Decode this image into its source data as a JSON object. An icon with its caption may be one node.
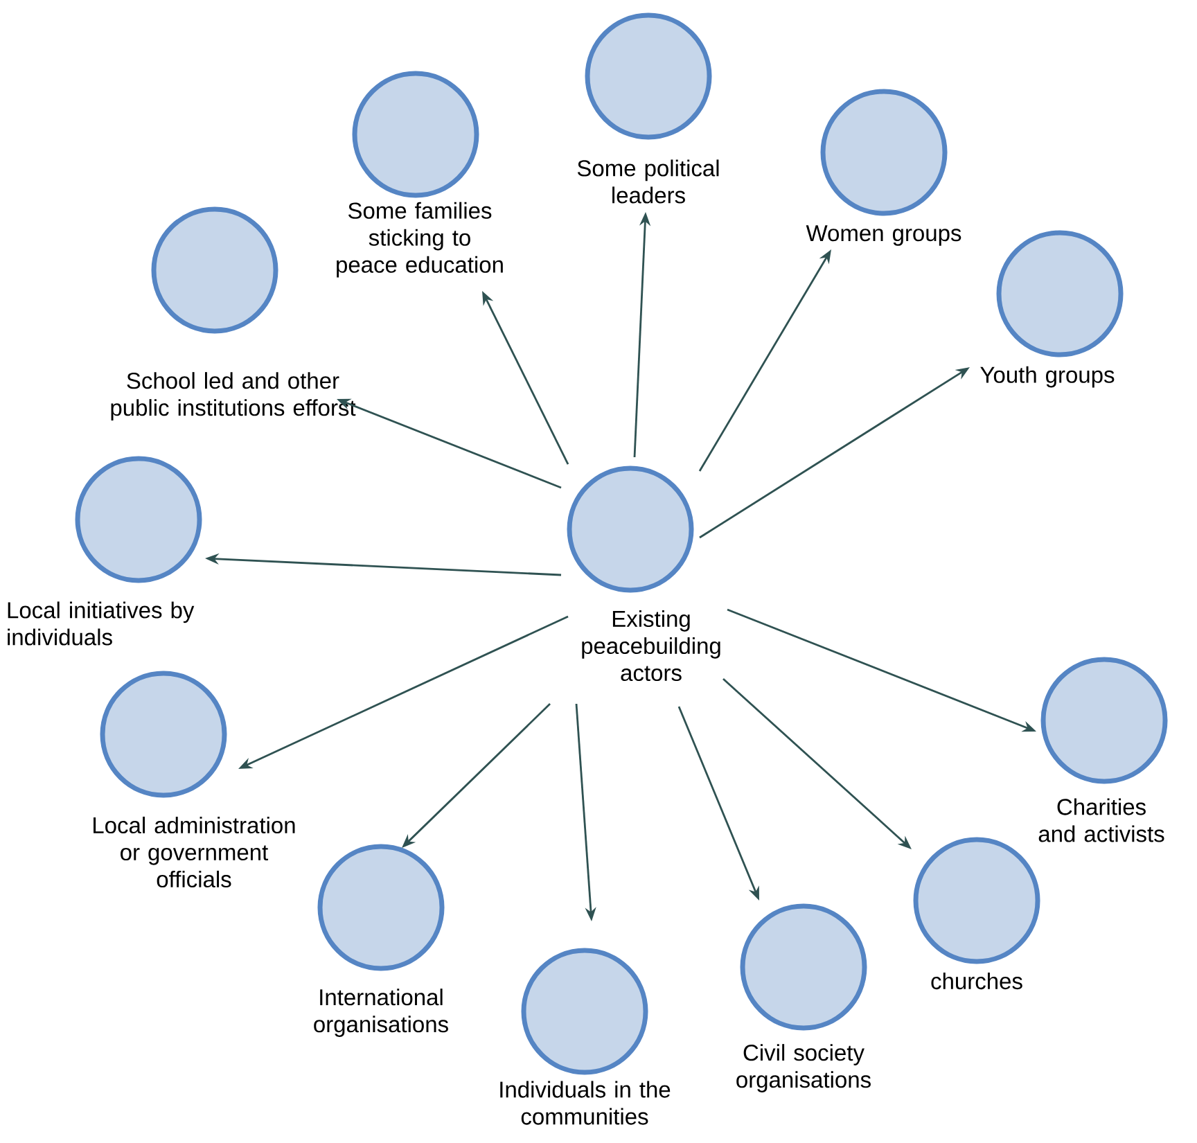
{
  "diagram": {
    "nodes": [
      {
        "text": [
          "Existing peacebuilding actors"
        ]
      },
      {
        "text": [
          "School led and other public institutions efforst"
        ]
      },
      {
        "text": [
          "Some families sticking to peace education"
        ]
      },
      {
        "text": [
          "Some political leaders"
        ]
      },
      {
        "text": [
          "Women groups"
        ]
      },
      {
        "text": [
          "Youth groups"
        ]
      },
      {
        "text": [
          "Local initiatives by individuals"
        ]
      },
      {
        "text": [
          "Local administration or government officials"
        ]
      },
      {
        "text": [
          "International organisations"
        ]
      },
      {
        "text": [
          "Individuals in the communities"
        ]
      },
      {
        "text": [
          "Civil society organisations"
        ]
      },
      {
        "text": [
          "churches"
        ]
      },
      {
        "text": [
          "Charities and activists"
        ]
      }
    ],
    "edges": [
      {
        "from": 0,
        "to": 1,
        "arrow": "to"
      },
      {
        "from": 0,
        "to": 2,
        "arrow": "to"
      },
      {
        "from": 0,
        "to": 3,
        "arrow": "to"
      },
      {
        "from": 0,
        "to": 4,
        "arrow": "to"
      },
      {
        "from": 0,
        "to": 5,
        "arrow": "to"
      },
      {
        "from": 0,
        "to": 6,
        "arrow": "to"
      },
      {
        "from": 0,
        "to": 7,
        "arrow": "to"
      },
      {
        "from": 0,
        "to": 8,
        "arrow": "to"
      },
      {
        "from": 0,
        "to": 9,
        "arrow": "to"
      },
      {
        "from": 0,
        "to": 10,
        "arrow": "to"
      },
      {
        "from": 0,
        "to": 11,
        "arrow": "to"
      },
      {
        "from": 0,
        "to": 12,
        "arrow": "to"
      }
    ]
  }
}
